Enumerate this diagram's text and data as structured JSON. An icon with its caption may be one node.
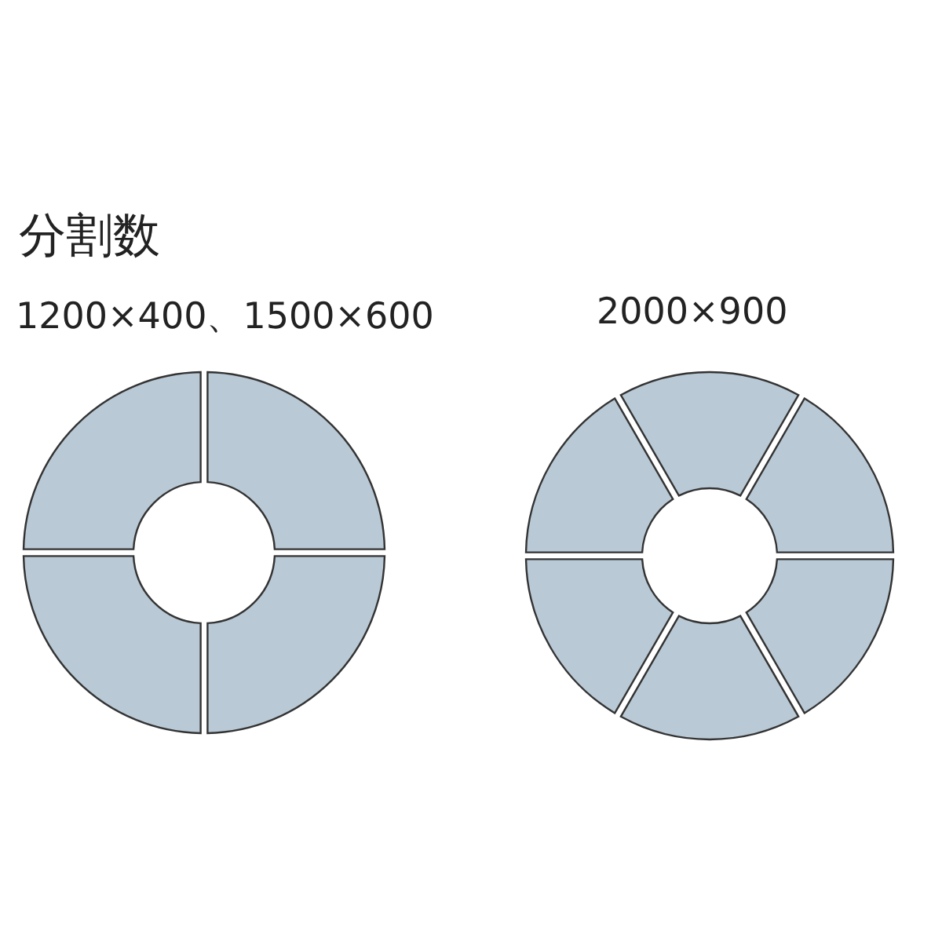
{
  "diagram": {
    "title": "分割数",
    "labels": [
      "1200×400、1500×600",
      "2000×900"
    ]
  }
}
